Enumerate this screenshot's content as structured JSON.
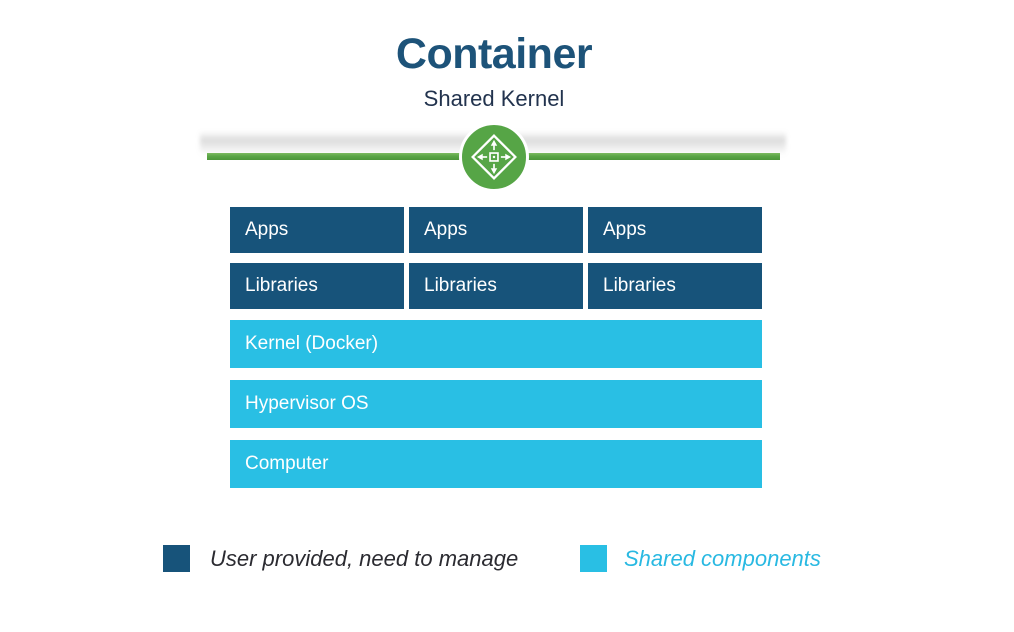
{
  "header": {
    "title": "Container",
    "subtitle": "Shared Kernel"
  },
  "divider": {
    "icon": "container-diamond-icon"
  },
  "stack": {
    "user_rows": [
      {
        "cells": [
          "Apps",
          "Apps",
          "Apps"
        ]
      },
      {
        "cells": [
          "Libraries",
          "Libraries",
          "Libraries"
        ]
      }
    ],
    "shared_rows": [
      "Kernel (Docker)",
      "Hypervisor OS",
      "Computer"
    ]
  },
  "legend": {
    "items": [
      {
        "label": "User provided, need to manage",
        "swatch": "user-provided-swatch"
      },
      {
        "label": "Shared components",
        "swatch": "shared-components-swatch"
      }
    ]
  },
  "colors": {
    "title": "#1d5379",
    "subtitle": "#22334e",
    "user": "#17537a",
    "shared": "#29bfe4",
    "green": "#5aa546",
    "badge": "#56a546",
    "legend-dark": "#2b2b31",
    "legend-cyan": "#29b9e2"
  }
}
